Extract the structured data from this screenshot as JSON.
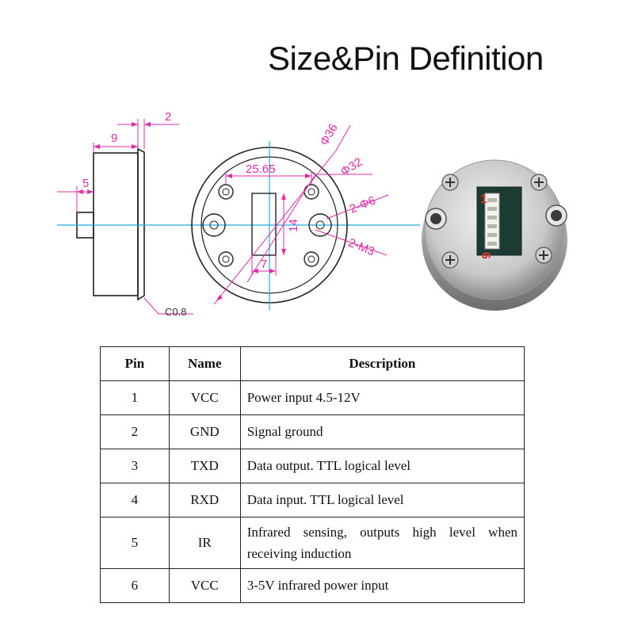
{
  "title": "Size&Pin Definition",
  "dimensions": {
    "side_top": "2",
    "side_width": "9",
    "side_shaft": "5",
    "chamfer": "C0.8",
    "diameter_outer": "Φ36",
    "diameter_inner": "Φ32",
    "hole_spacing": "25.65",
    "mount_holes": "2-Φ6",
    "screw_holes": "2-M3",
    "window_height": "14",
    "window_width": "7"
  },
  "photo_labels": {
    "pin_first": "1",
    "pin_last": "6"
  },
  "pin_table": {
    "headers": {
      "pin": "Pin",
      "name": "Name",
      "description": "Description"
    },
    "rows": [
      {
        "pin": "1",
        "name": "VCC",
        "description": "Power input 4.5-12V"
      },
      {
        "pin": "2",
        "name": "GND",
        "description": "Signal ground"
      },
      {
        "pin": "3",
        "name": "TXD",
        "description": "Data output. TTL logical level"
      },
      {
        "pin": "4",
        "name": "RXD",
        "description": "Data input. TTL logical level"
      },
      {
        "pin": "5",
        "name": "IR",
        "description": "Infrared sensing, outputs high level when receiving induction"
      },
      {
        "pin": "6",
        "name": "VCC",
        "description": "3-5V infrared power input"
      }
    ]
  },
  "colors": {
    "dimension": "#e02aa8",
    "center_line": "#29a9e0",
    "outline": "#222222"
  }
}
